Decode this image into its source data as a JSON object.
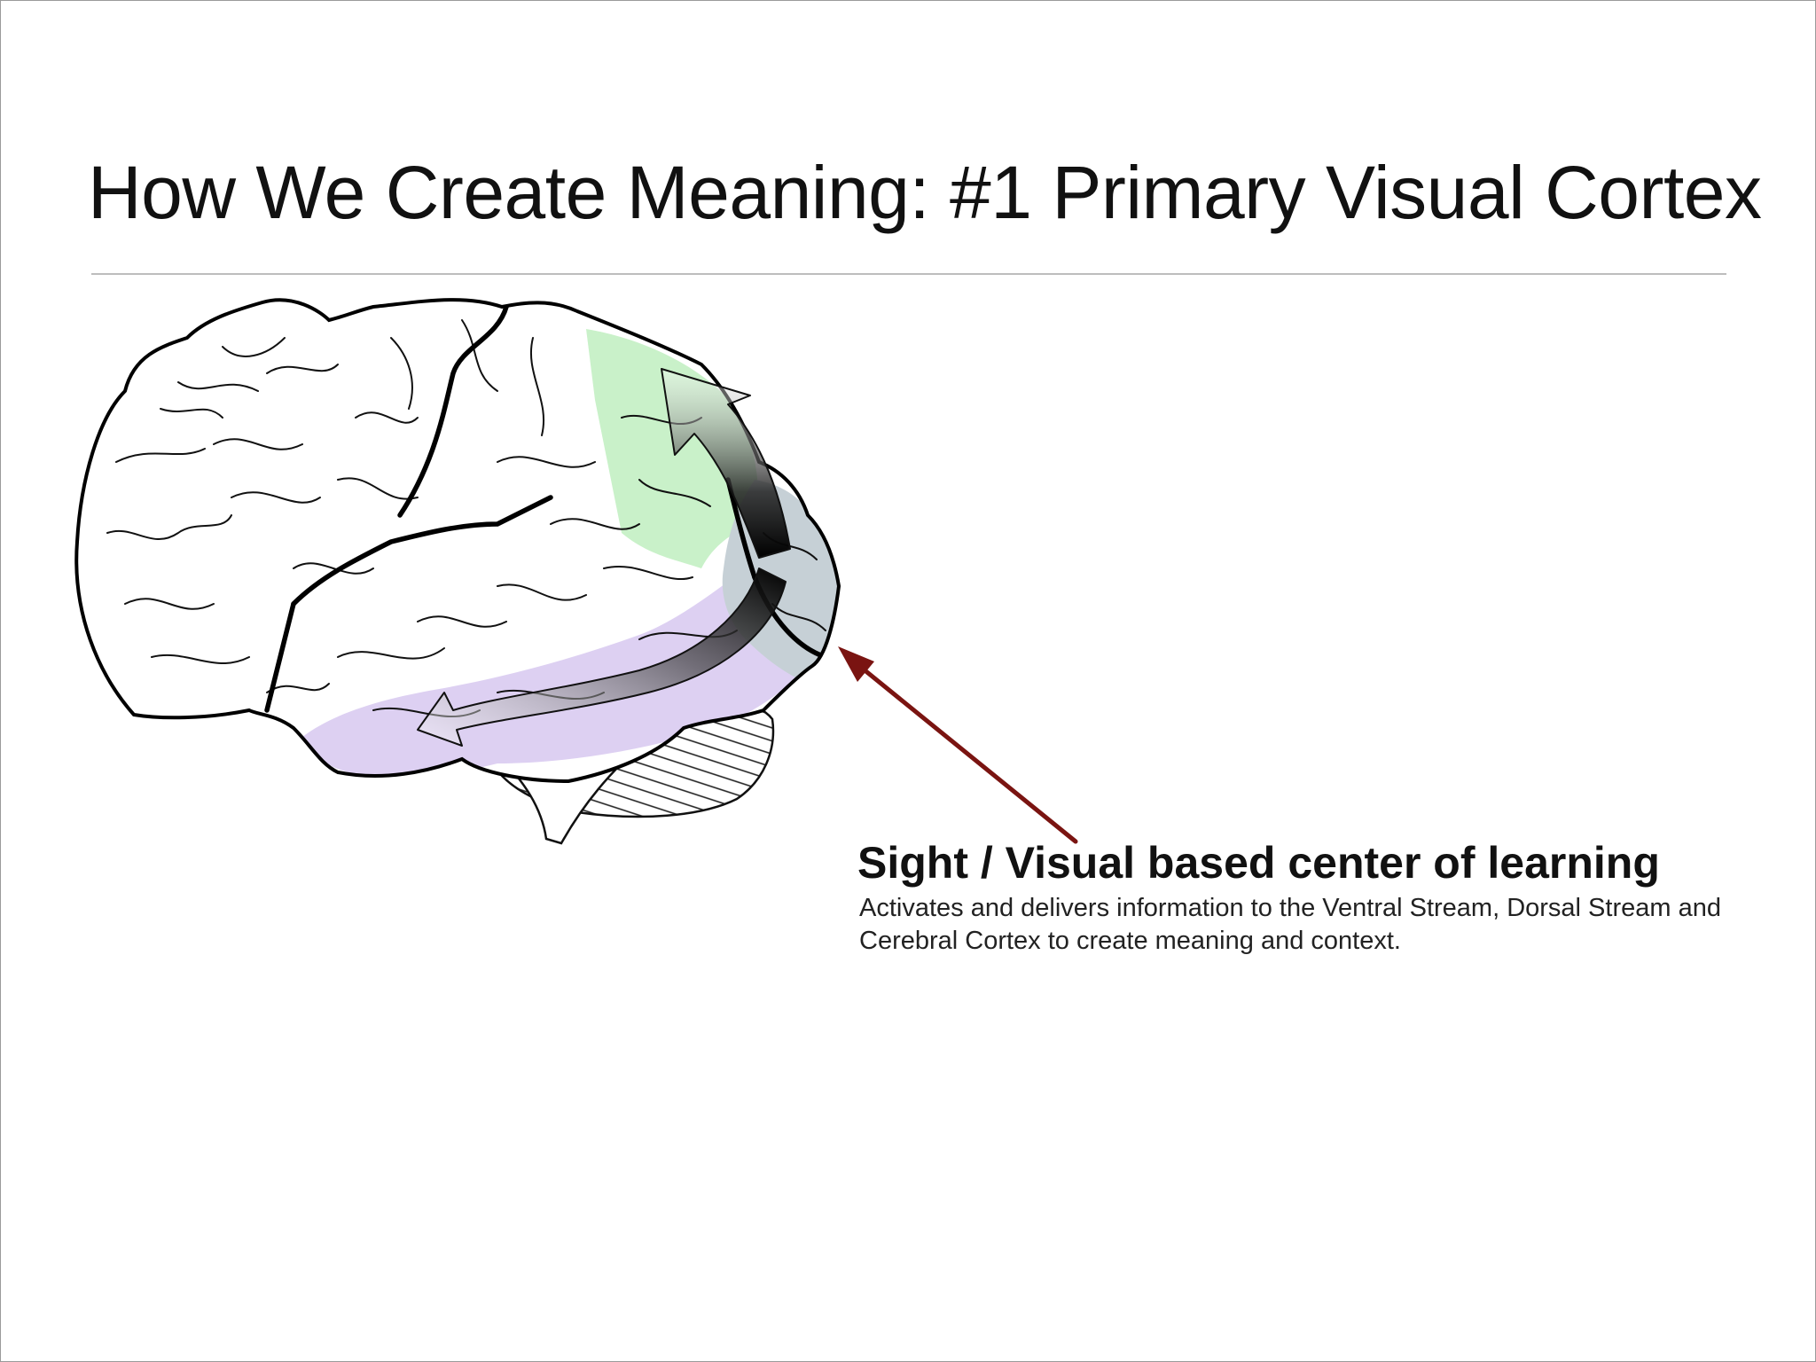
{
  "slide": {
    "title": "How We Create Meaning: #1 Primary Visual Cortex",
    "callout": {
      "heading": "Sight / Visual based center of learning",
      "body": "Activates and delivers information to the Ventral Stream, Dorsal Stream and Cerebral Cortex to create meaning and context."
    }
  },
  "diagram": {
    "regions": [
      {
        "name": "parietal-dorsal-stream",
        "color": "#c9f1c9"
      },
      {
        "name": "temporal-ventral-stream",
        "color": "#ddd0f2"
      },
      {
        "name": "primary-visual-cortex",
        "color": "#c6d0d6"
      }
    ],
    "pointer_arrow_color": "#7a1411",
    "stream_arrow_color": "#000000"
  }
}
